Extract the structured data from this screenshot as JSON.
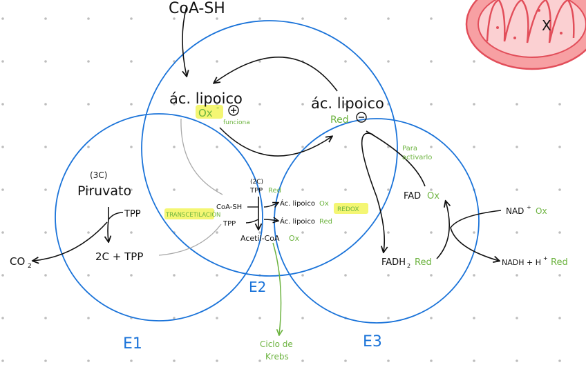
{
  "colors": {
    "blue": "#1a73d9",
    "green": "#6cb33f",
    "black": "#111111",
    "gray": "#a9a9a9",
    "highlight": "#f2f55a",
    "mito_fill": "#f7a0a3",
    "mito_stroke": "#e24e5a",
    "dots": "#bdbdbd"
  },
  "icons": {
    "mitochondrion": "mitochondrion-icon",
    "plus": "plus-circle-icon",
    "minus": "minus-circle-icon",
    "mark": "x-mark-icon"
  },
  "labels": {
    "coash_top": "CoA-SH",
    "lipoico_left": "ác. lipoico",
    "ox_left": "Ox",
    "minus_sup": "-",
    "funciona": "funciona",
    "lipoico_right": "ác. lipoico",
    "red_right": "Red",
    "para_activarlo_1": "Para",
    "para_activarlo_2": "activarlo",
    "three_c": "(3C)",
    "piruvato": "Piruvato",
    "tpp_e1": "TPP",
    "co2": "CO",
    "co2_sub": "2",
    "two_c_tpp": "2C + TPP",
    "two_c_small": "(2C)",
    "tpp_red_black": "TPP",
    "tpp_red_green": "Red",
    "coash_small": "CoA-SH",
    "tpp_small": "TPP",
    "lipoico_ox_small": "Ác. lipoico",
    "ox_small": "Ox",
    "lipoico_red_small": "Ác. lipoico",
    "red_small": "Red",
    "acetil_coa": "Acetil-CoA",
    "acetil_ox": "Ox",
    "transacetilacion": "TRANSCETILACIÓN",
    "redox": "REDOX",
    "fad": "FAD",
    "fad_ox": "Ox",
    "nad": "NAD",
    "nad_plus": "+",
    "nad_ox": "Ox",
    "fadh2": "FADH",
    "fadh2_sub": "2",
    "fadh2_red": "Red",
    "nadh": "NADH + H",
    "nadh_plus": "+",
    "nadh_red": "Red",
    "e1": "E1",
    "e2": "E2",
    "e3": "E3",
    "ciclo_1": "Ciclo de",
    "ciclo_2": "Krebs",
    "mark": "X"
  }
}
